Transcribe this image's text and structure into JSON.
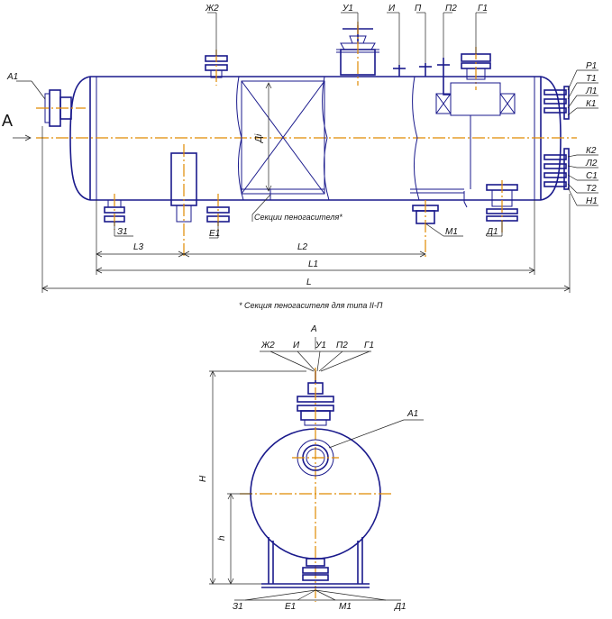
{
  "view_label": "A",
  "top_labels": {
    "A1": "А1",
    "Zh2": "Ж2",
    "U1": "У1",
    "I": "И",
    "P": "П",
    "P2": "П2",
    "G1": "Г1",
    "R1": "Р1",
    "T1": "Т1",
    "L1": "Л1",
    "K1": "К1",
    "K2": "К2",
    "L2": "Л2",
    "S1": "С1",
    "T2": "Т2",
    "N1": "Н1",
    "Z1": "З1",
    "E1": "Е1",
    "M1": "М1",
    "D1": "Д1",
    "Di": "Дi",
    "foam_section": "Секции пеногасителя*"
  },
  "dimensions": {
    "L3": "L3",
    "L2": "L2",
    "L1": "L1",
    "L": "L",
    "H": "H",
    "h": "h"
  },
  "note": "* Секция пеногасителя для типа II-П",
  "section_view": {
    "title": "А",
    "top_labels": {
      "Zh2": "Ж2",
      "I": "И",
      "U1": "У1",
      "P2": "П2",
      "G1": "Г1"
    },
    "side_label": "А1",
    "bottom_labels": {
      "Z1": "З1",
      "E1": "Е1",
      "M1": "М1",
      "D1": "Д1"
    }
  }
}
